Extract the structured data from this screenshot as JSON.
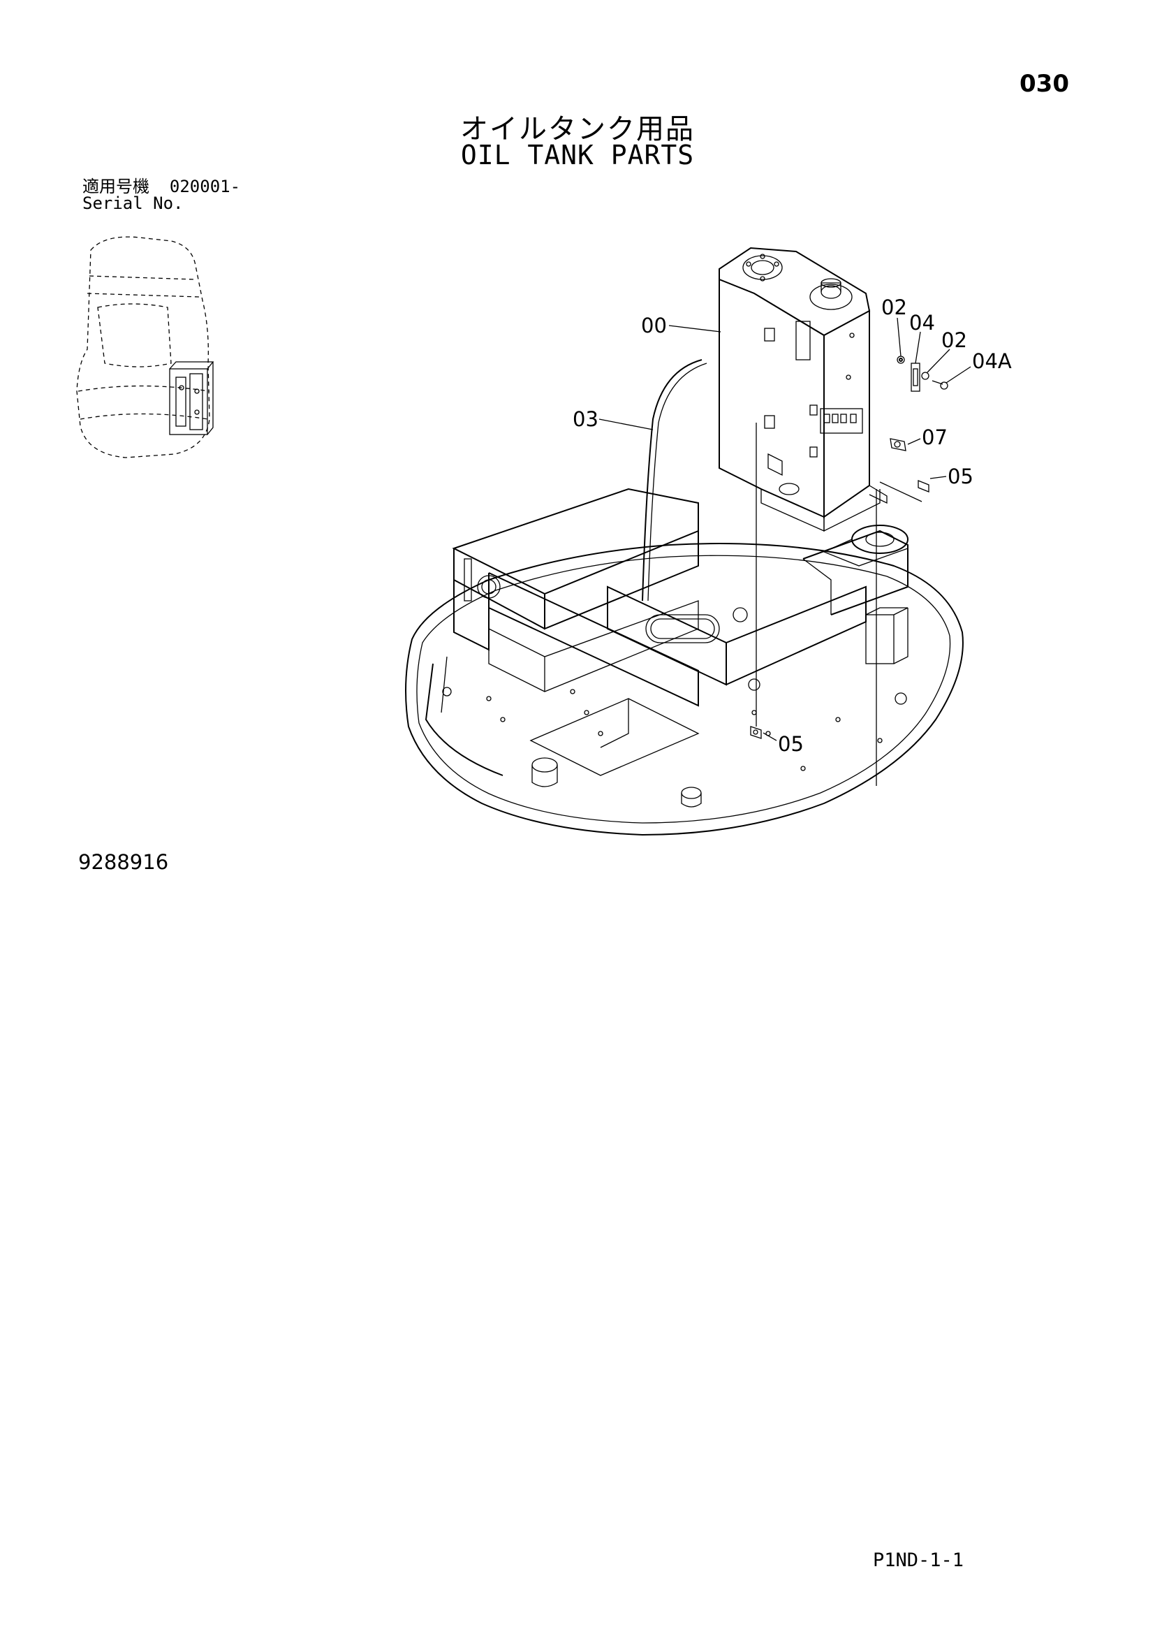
{
  "page": {
    "page_number": "030",
    "title_jp": "オイルタンク用品",
    "title_en": "OIL TANK PARTS",
    "serial_label_jp": "適用号機",
    "serial_value": "020001-",
    "serial_label_en": "Serial No.",
    "drawing_number": "9288916",
    "footer_code": "P1ND-1-1"
  },
  "callouts": [
    {
      "id": "c-00",
      "label": "00"
    },
    {
      "id": "c-02a",
      "label": "02"
    },
    {
      "id": "c-04",
      "label": "04"
    },
    {
      "id": "c-02b",
      "label": "02"
    },
    {
      "id": "c-04a",
      "label": "04A"
    },
    {
      "id": "c-03",
      "label": "03"
    },
    {
      "id": "c-07",
      "label": "07"
    },
    {
      "id": "c-05a",
      "label": "05"
    },
    {
      "id": "c-05b",
      "label": "05"
    }
  ]
}
